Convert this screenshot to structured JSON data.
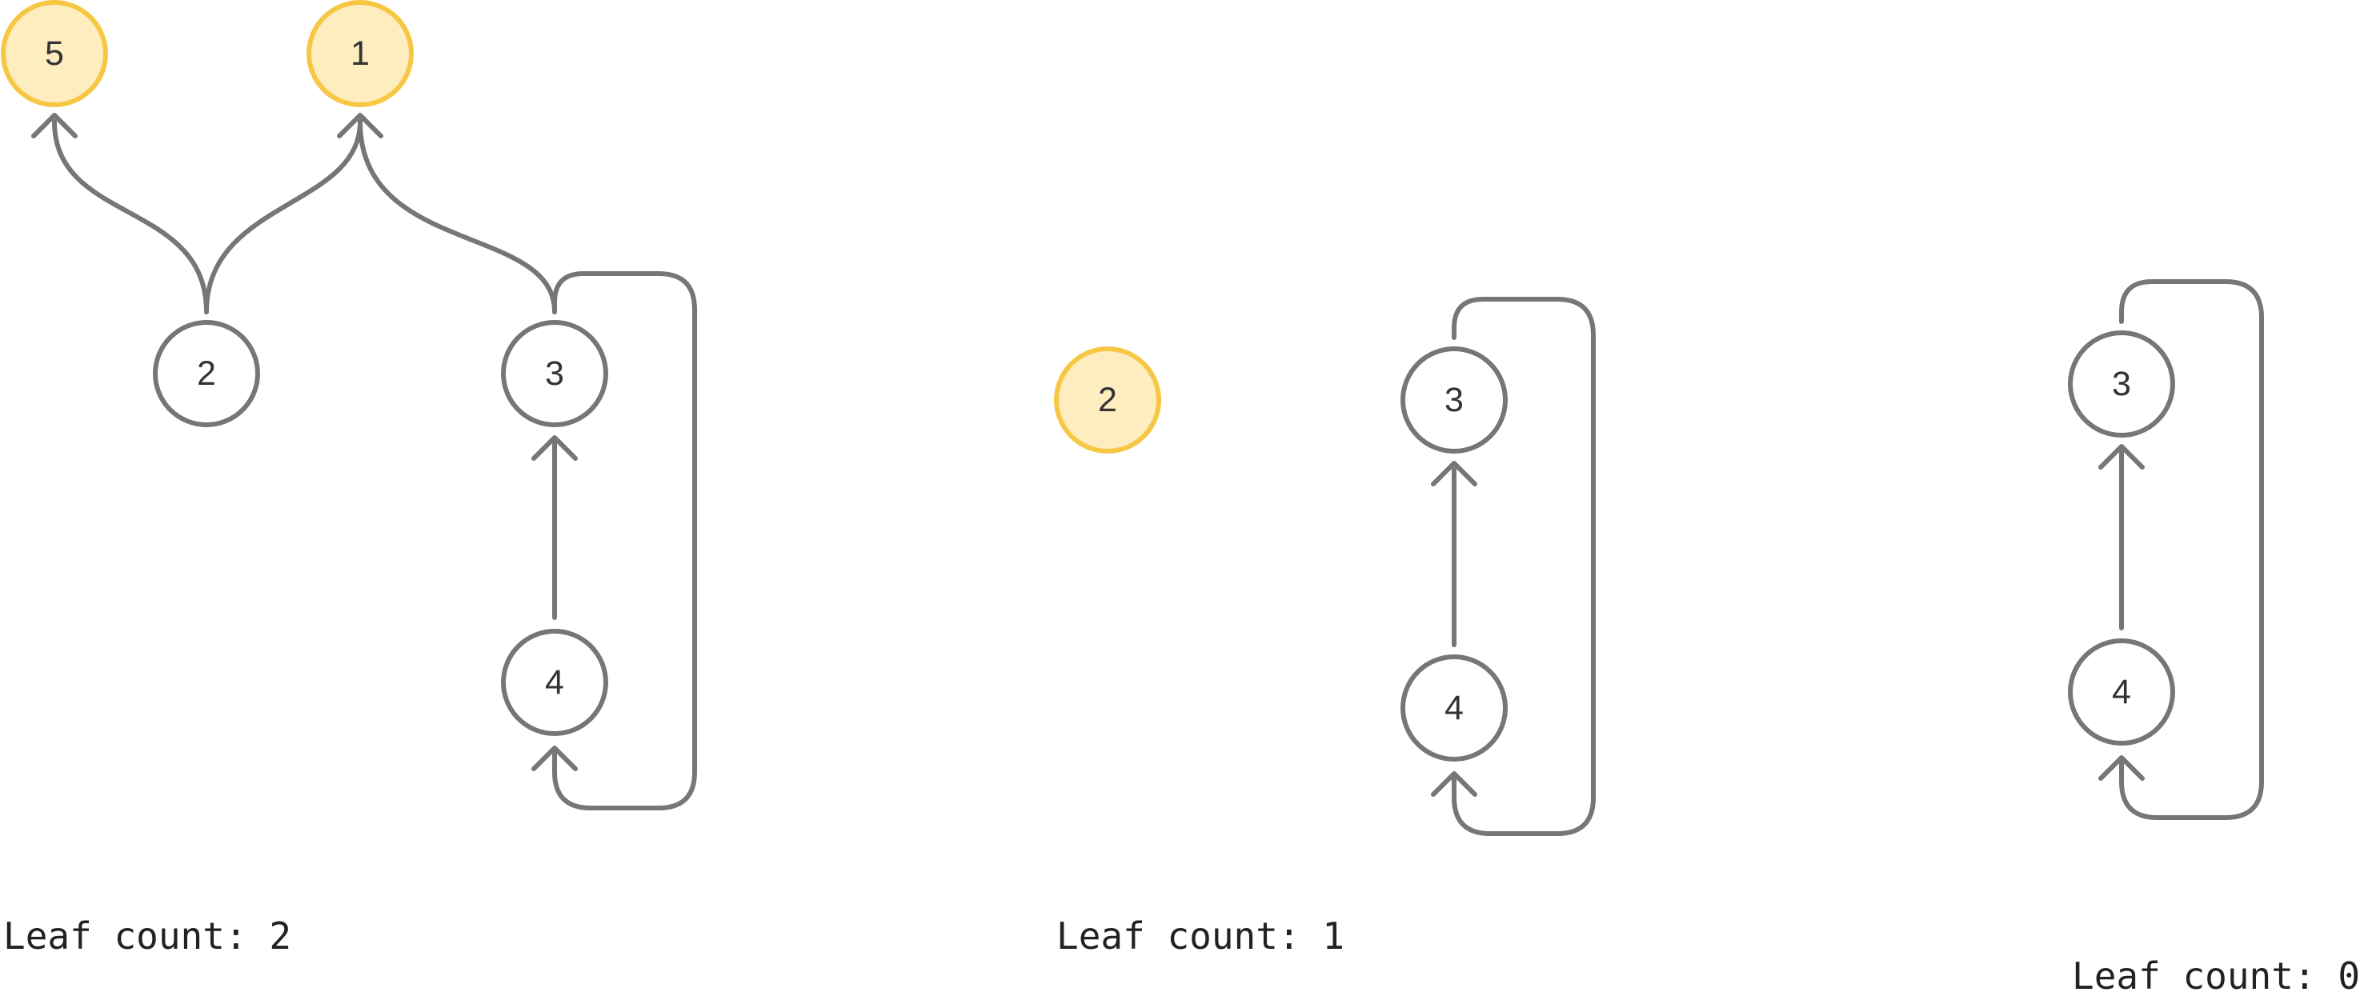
{
  "colors": {
    "edge": "#767676",
    "node_stroke": "#767676",
    "node_fill": "#ffffff",
    "leaf_stroke": "#f7c744",
    "leaf_fill": "#fdedbf",
    "label": "#333333"
  },
  "graphs": [
    {
      "nodes": [
        {
          "label": "5",
          "leaf": true
        },
        {
          "label": "1",
          "leaf": true
        },
        {
          "label": "2",
          "leaf": false
        },
        {
          "label": "3",
          "leaf": false
        },
        {
          "label": "4",
          "leaf": false
        }
      ],
      "edges": [
        {
          "from": "2",
          "to": "5"
        },
        {
          "from": "2",
          "to": "1"
        },
        {
          "from": "3",
          "to": "1"
        },
        {
          "from": "3",
          "to": "4"
        },
        {
          "from": "4",
          "to": "3"
        }
      ],
      "caption": "Leaf count: 2"
    },
    {
      "nodes": [
        {
          "label": "2",
          "leaf": true
        },
        {
          "label": "3",
          "leaf": false
        },
        {
          "label": "4",
          "leaf": false
        }
      ],
      "edges": [
        {
          "from": "3",
          "to": "4"
        },
        {
          "from": "4",
          "to": "3"
        }
      ],
      "caption": "Leaf count: 1"
    },
    {
      "nodes": [
        {
          "label": "3",
          "leaf": false
        },
        {
          "label": "4",
          "leaf": false
        }
      ],
      "edges": [
        {
          "from": "3",
          "to": "4"
        },
        {
          "from": "4",
          "to": "3"
        }
      ],
      "caption": "Leaf count: 0"
    }
  ]
}
